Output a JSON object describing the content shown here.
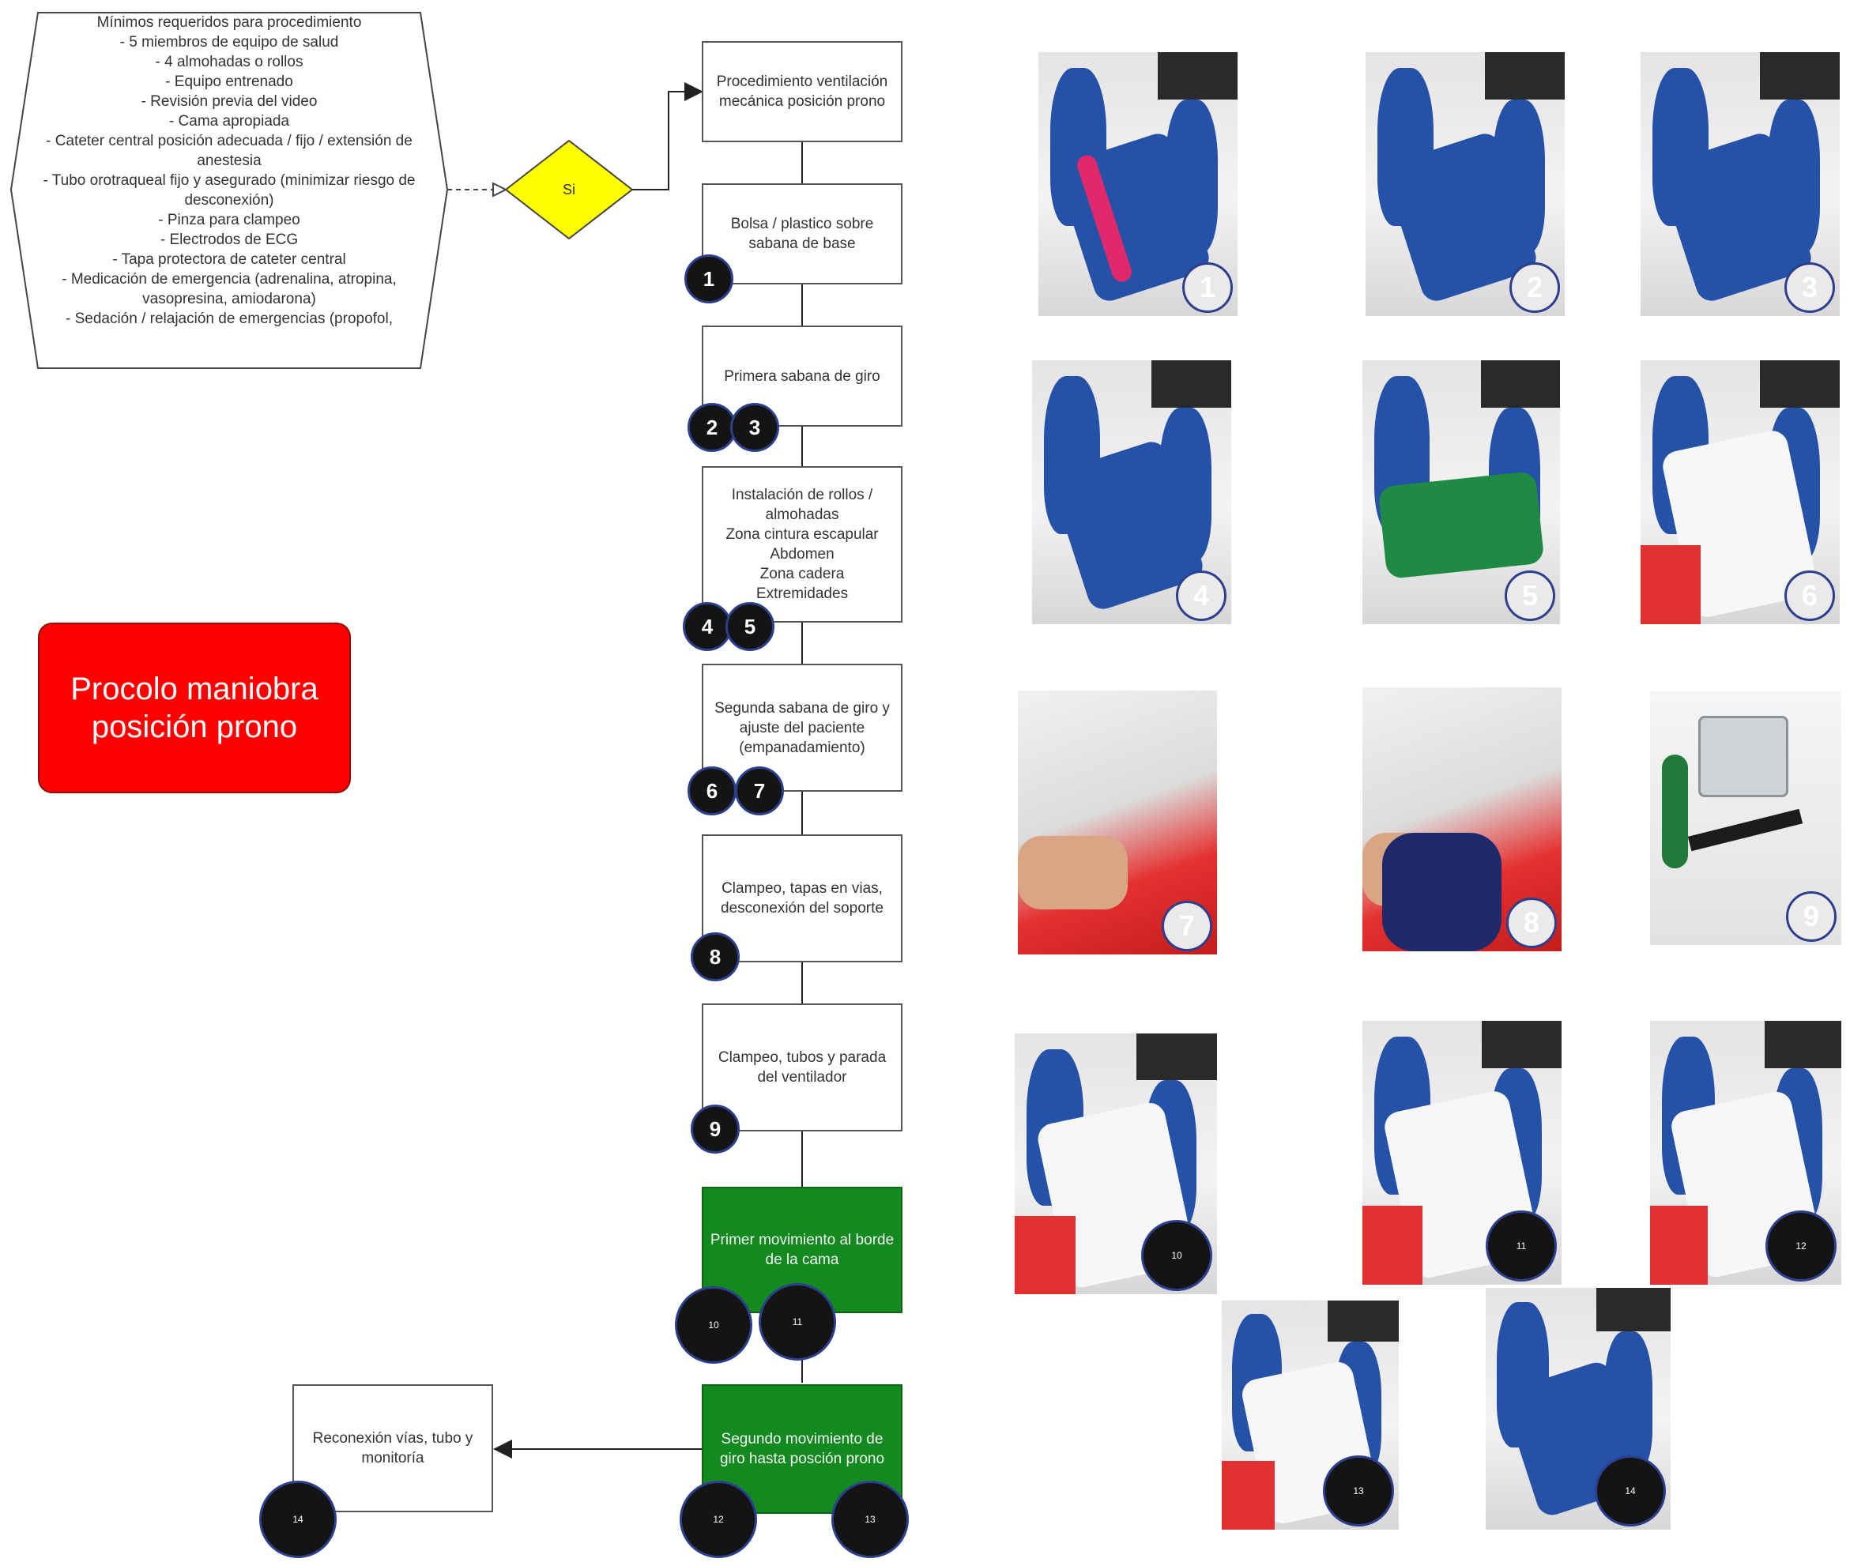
{
  "requirements": {
    "lines": [
      "Mínimos requeridos para procedimiento",
      "- 5 miembros de equipo de salud",
      "- 4 almohadas o rollos",
      "- Equipo entrenado",
      "- Revisión previa del video",
      "- Cama apropiada",
      "- Cateter central posición adecuada / fijo / extensión de anestesia",
      "- Tubo orotraqueal fijo y asegurado (minimizar riesgo de desconexión)",
      "- Pinza para clampeo",
      "- Electrodos de ECG",
      "- Tapa protectora de cateter central",
      "- Medicación de emergencia (adrenalina, atropina, vasopresina, amiodarona)",
      "- Sedación / relajación de emergencias (propofol,"
    ]
  },
  "decision": {
    "label": "Si"
  },
  "title": "Procolo maniobra posición prono",
  "steps": [
    {
      "label": "Procedimiento ventilación mecánica posición prono",
      "badges": []
    },
    {
      "label": "Bolsa / plastico sobre sabana de base",
      "badges": [
        "1"
      ]
    },
    {
      "label": "Primera sabana de giro",
      "badges": [
        "2",
        "3"
      ]
    },
    {
      "label": "Instalación de rollos / almohadas\nZona cintura escapular\nAbdomen\nZona cadera\nExtremidades",
      "badges": [
        "4",
        "5"
      ]
    },
    {
      "label": "Segunda sabana de giro y ajuste del paciente (empanadamiento)",
      "badges": [
        "6",
        "7"
      ]
    },
    {
      "label": "Clampeo, tapas en vias, desconexión del soporte",
      "badges": [
        "8"
      ]
    },
    {
      "label": "Clampeo, tubos y parada del ventilador",
      "badges": [
        "9"
      ]
    },
    {
      "label": "Primer movimiento al borde de la cama",
      "badges": [
        "10",
        "11"
      ]
    },
    {
      "label": "Segundo movimiento de giro hasta posción prono",
      "badges": [
        "12",
        "13"
      ]
    },
    {
      "label": "Reconexión vías, tubo y monitoría",
      "badges": [
        "14"
      ]
    }
  ],
  "photos": [
    "1",
    "2",
    "3",
    "4",
    "5",
    "6",
    "7",
    "8",
    "9",
    "10",
    "11",
    "12",
    "13",
    "14"
  ],
  "colors": {
    "decision": "#ffff00",
    "title_box": "#ff0000",
    "green_step": "#138a20",
    "badge": "#141414",
    "scrubs": "#2452a8"
  }
}
